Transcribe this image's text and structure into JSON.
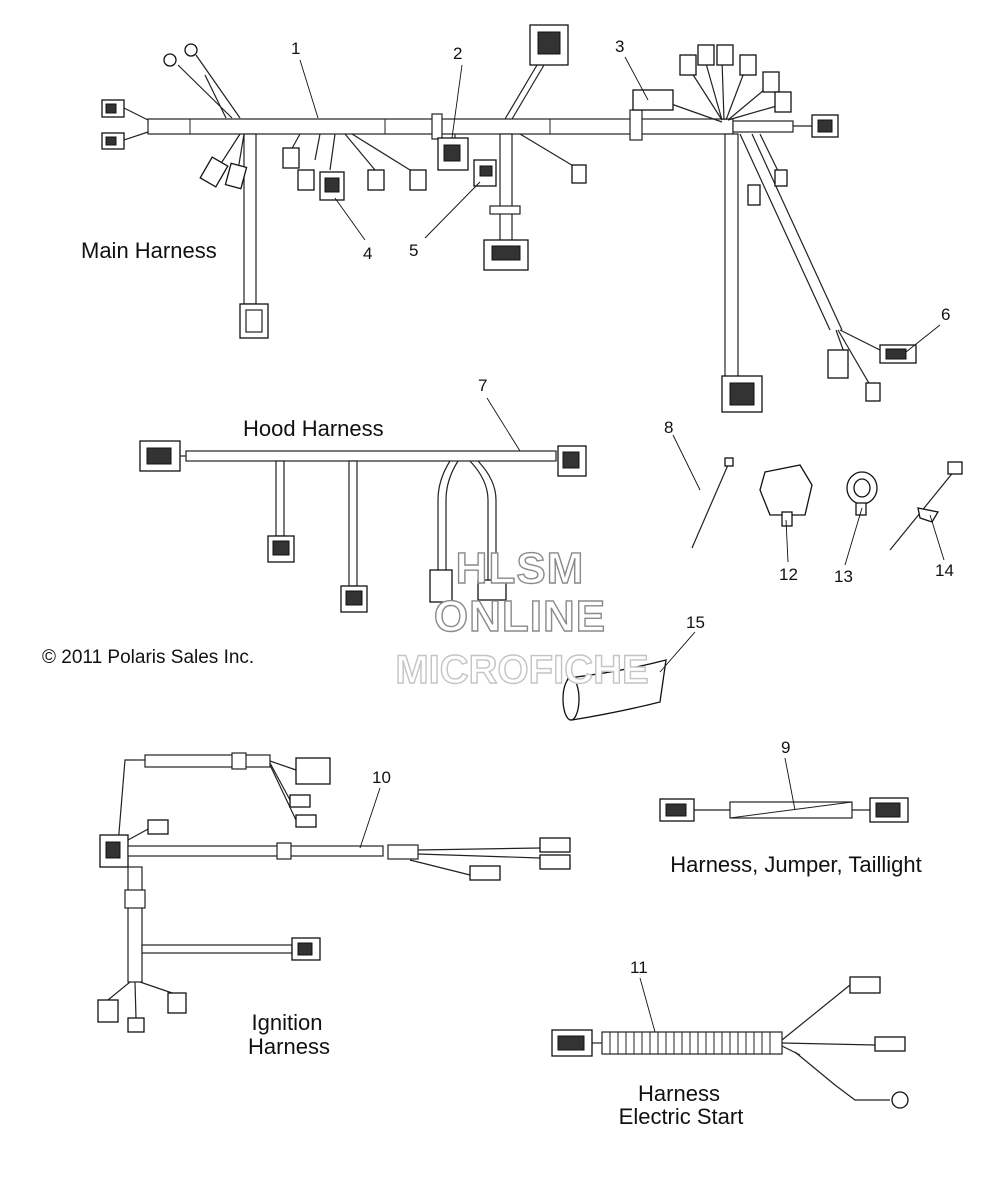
{
  "labels": {
    "main_harness": "Main Harness",
    "hood_harness": "Hood Harness",
    "ignition_harness_line1": "Ignition",
    "ignition_harness_line2": "Harness",
    "jumper_taillight": "Harness, Jumper, Taillight",
    "electric_start_line1": "Harness",
    "electric_start_line2": "Electric Start",
    "copyright": "© 2011 Polaris Sales Inc."
  },
  "watermark": {
    "line1": "HLSM",
    "line2": "ONLINE",
    "line3": "MICROFICHE"
  },
  "callouts": [
    "1",
    "2",
    "3",
    "4",
    "5",
    "6",
    "7",
    "8",
    "9",
    "10",
    "11",
    "12",
    "13",
    "14",
    "15"
  ]
}
